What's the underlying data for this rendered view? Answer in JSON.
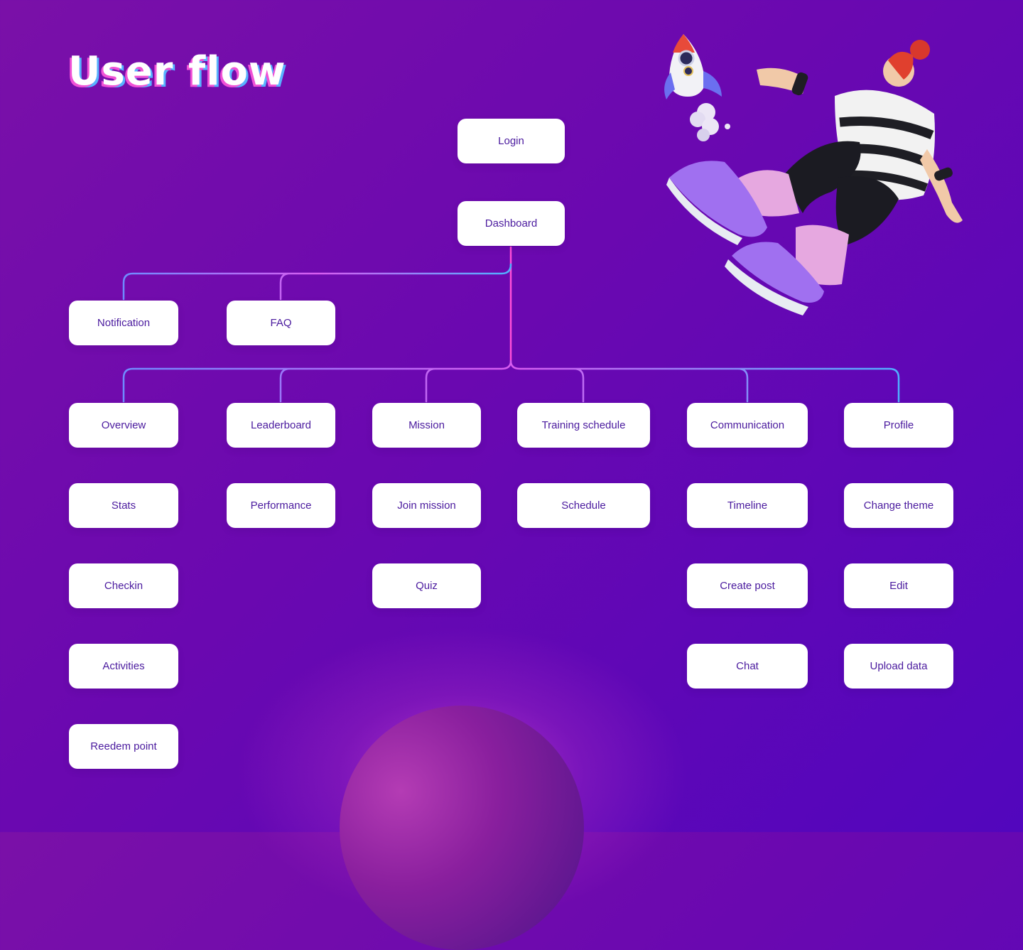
{
  "title": "User flow",
  "colors": {
    "background_start": "#7a10a8",
    "background_end": "#5206bd",
    "node_fill": "#ffffff",
    "node_text": "#4a1a9e",
    "connector_pink": "#ff4fd8",
    "connector_blue": "#4fa8ff"
  },
  "nodes": {
    "login": "Login",
    "dashboard": "Dashboard",
    "notification": "Notification",
    "faq": "FAQ",
    "overview": "Overview",
    "stats": "Stats",
    "checkin": "Checkin",
    "activities": "Activities",
    "redeem_point": "Reedem point",
    "leaderboard": "Leaderboard",
    "performance": "Performance",
    "mission": "Mission",
    "join_mission": "Join mission",
    "quiz": "Quiz",
    "training_schedule": "Training schedule",
    "schedule": "Schedule",
    "communication": "Communication",
    "timeline": "Timeline",
    "create_post": "Create post",
    "chat": "Chat",
    "profile": "Profile",
    "change_theme": "Change theme",
    "edit": "Edit",
    "upload_data": "Upload data"
  },
  "illustration_icons": [
    "rocket-icon",
    "flying-girl-figure"
  ]
}
